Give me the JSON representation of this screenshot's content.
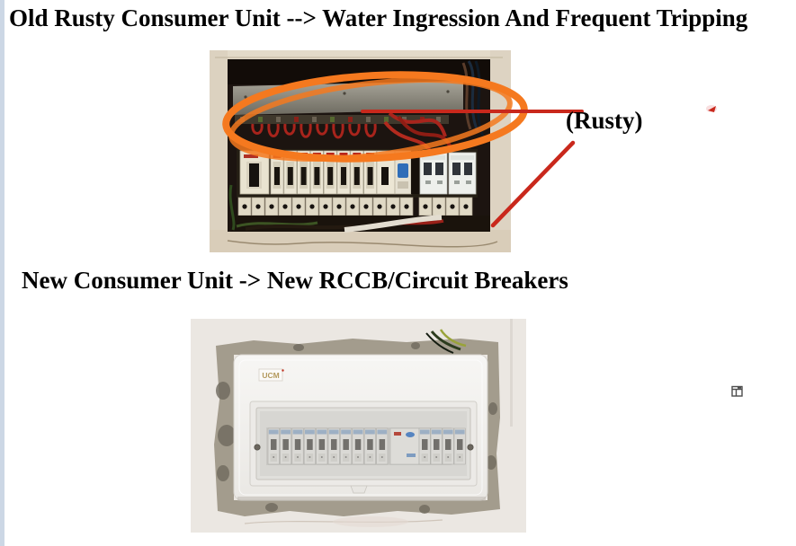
{
  "colors": {
    "page_background": "#ffffff",
    "left_margin_strip": "#ccd7e5",
    "heading_text": "#000000",
    "annotation_orange": "#f5791f",
    "annotation_red": "#c9281c",
    "brand_label_text": "#b49a5e",
    "icon_gray": "#4c4c4c"
  },
  "old_section": {
    "title": "Old Rusty Consumer Unit --> Water Ingression And Frequent Tripping",
    "annotation_label": "(Rusty)"
  },
  "new_section": {
    "title": "New Consumer Unit -> New RCCB/Circuit Breakers",
    "unit_brand_label": "UCM"
  },
  "icons": {
    "hand_drawn_ellipse": "orange-ellipse-highlight",
    "callout_lines": "red-callout-lines",
    "red_speck": "small-red-mark",
    "object_frame_glyph": "window-frame-glyph"
  }
}
